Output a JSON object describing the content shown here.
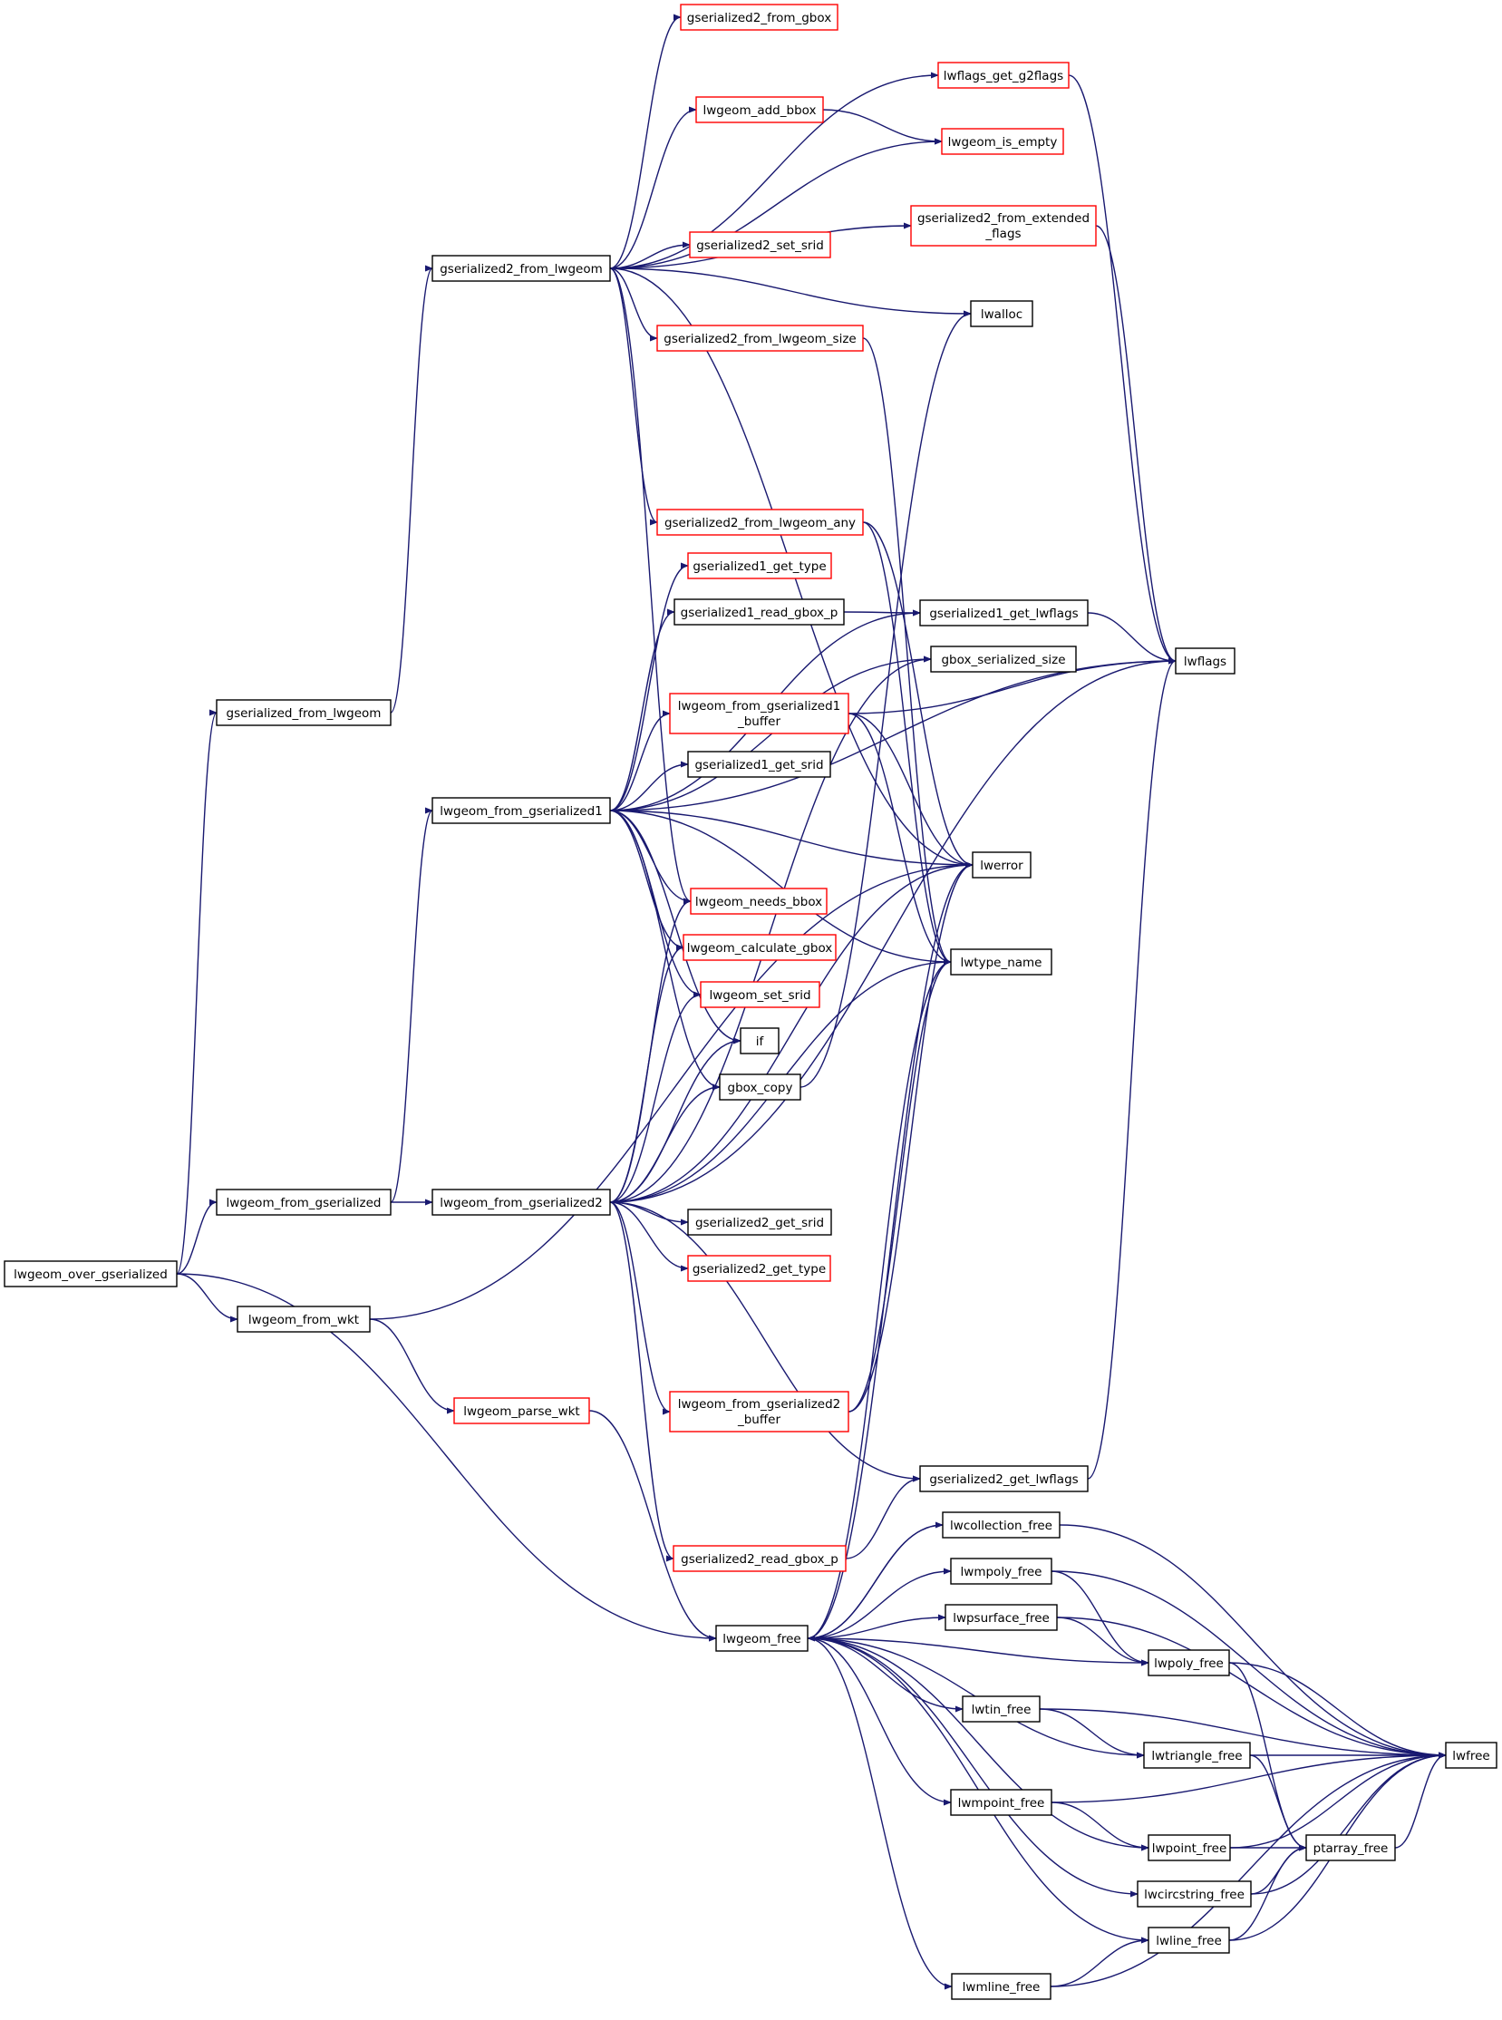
{
  "diagram": {
    "kind": "call-graph",
    "colors": {
      "edge": "#191970",
      "root_fill": "#bfbfbf",
      "node_fill": "#ffffff",
      "node_border": "#000000",
      "truncated_border": "#ff0000"
    },
    "nodes": [
      {
        "id": "root",
        "label": "lwgeom_over_gserialized",
        "style": "root"
      },
      {
        "id": "gs_from_lw",
        "label": "gserialized_from_lwgeom",
        "style": "normal"
      },
      {
        "id": "lw_from_gs",
        "label": "lwgeom_from_gserialized",
        "style": "normal"
      },
      {
        "id": "lw_from_wkt",
        "label": "lwgeom_from_wkt",
        "style": "normal"
      },
      {
        "id": "gs2_from_lw",
        "label": "gserialized2_from_lwgeom",
        "style": "normal"
      },
      {
        "id": "lw_from_gs1",
        "label": "lwgeom_from_gserialized1",
        "style": "normal"
      },
      {
        "id": "lw_from_gs2",
        "label": "lwgeom_from_gserialized2",
        "style": "normal"
      },
      {
        "id": "lw_parse_wkt",
        "label": "lwgeom_parse_wkt",
        "style": "truncated"
      },
      {
        "id": "gs2_from_gbox",
        "label": "gserialized2_from_gbox",
        "style": "truncated"
      },
      {
        "id": "lw_add_bbox",
        "label": "lwgeom_add_bbox",
        "style": "truncated"
      },
      {
        "id": "gs2_set_srid",
        "label": "gserialized2_set_srid",
        "style": "truncated"
      },
      {
        "id": "gs2_from_lw_size",
        "label": "gserialized2_from_lwgeom_size",
        "style": "truncated"
      },
      {
        "id": "gs2_from_lw_any",
        "label": "gserialized2_from_lwgeom_any",
        "style": "truncated"
      },
      {
        "id": "gs1_get_type",
        "label": "gserialized1_get_type",
        "style": "truncated"
      },
      {
        "id": "gs1_read_gbox_p",
        "label": "gserialized1_read_gbox_p",
        "style": "normal"
      },
      {
        "id": "lw_from_gs1_buf",
        "label": "lwgeom_from_gserialized1",
        "label2": "_buffer",
        "style": "truncated"
      },
      {
        "id": "gs1_get_srid",
        "label": "gserialized1_get_srid",
        "style": "normal"
      },
      {
        "id": "lw_needs_bbox",
        "label": "lwgeom_needs_bbox",
        "style": "truncated"
      },
      {
        "id": "lw_calc_gbox",
        "label": "lwgeom_calculate_gbox",
        "style": "truncated"
      },
      {
        "id": "lw_set_srid",
        "label": "lwgeom_set_srid",
        "style": "truncated"
      },
      {
        "id": "if_node",
        "label": "if",
        "style": "normal"
      },
      {
        "id": "gbox_copy",
        "label": "gbox_copy",
        "style": "normal"
      },
      {
        "id": "gs2_get_srid",
        "label": "gserialized2_get_srid",
        "style": "normal"
      },
      {
        "id": "gs2_get_type",
        "label": "gserialized2_get_type",
        "style": "truncated"
      },
      {
        "id": "lw_from_gs2_buf",
        "label": "lwgeom_from_gserialized2",
        "label2": "_buffer",
        "style": "truncated"
      },
      {
        "id": "gs2_read_gbox_p",
        "label": "gserialized2_read_gbox_p",
        "style": "truncated"
      },
      {
        "id": "lwflags_get_g2flags",
        "label": "lwflags_get_g2flags",
        "style": "truncated"
      },
      {
        "id": "lw_is_empty",
        "label": "lwgeom_is_empty",
        "style": "truncated"
      },
      {
        "id": "gs2_from_ext_flags",
        "label": "gserialized2_from_extended",
        "label2": "_flags",
        "style": "truncated"
      },
      {
        "id": "lwalloc",
        "label": "lwalloc",
        "style": "normal"
      },
      {
        "id": "gs1_get_lwflags",
        "label": "gserialized1_get_lwflags",
        "style": "normal"
      },
      {
        "id": "gbox_ser_size",
        "label": "gbox_serialized_size",
        "style": "normal"
      },
      {
        "id": "lwerror",
        "label": "lwerror",
        "style": "normal"
      },
      {
        "id": "lwtype_name",
        "label": "lwtype_name",
        "style": "normal"
      },
      {
        "id": "gs2_get_lwflags",
        "label": "gserialized2_get_lwflags",
        "style": "normal"
      },
      {
        "id": "lwflags",
        "label": "lwflags",
        "style": "normal"
      },
      {
        "id": "lw_free",
        "label": "lwgeom_free",
        "style": "normal"
      },
      {
        "id": "lwcoll_free",
        "label": "lwcollection_free",
        "style": "normal"
      },
      {
        "id": "lwmpoly_free",
        "label": "lwmpoly_free",
        "style": "normal"
      },
      {
        "id": "lwpsurf_free",
        "label": "lwpsurface_free",
        "style": "normal"
      },
      {
        "id": "lwpoly_free",
        "label": "lwpoly_free",
        "style": "normal"
      },
      {
        "id": "lwtin_free",
        "label": "lwtin_free",
        "style": "normal"
      },
      {
        "id": "lwtri_free",
        "label": "lwtriangle_free",
        "style": "normal"
      },
      {
        "id": "lwmpoint_free",
        "label": "lwmpoint_free",
        "style": "normal"
      },
      {
        "id": "lwpoint_free",
        "label": "lwpoint_free",
        "style": "normal"
      },
      {
        "id": "lwcirc_free",
        "label": "lwcircstring_free",
        "style": "normal"
      },
      {
        "id": "lwline_free",
        "label": "lwline_free",
        "style": "normal"
      },
      {
        "id": "lwmline_free",
        "label": "lwmline_free",
        "style": "normal"
      },
      {
        "id": "ptarray_free",
        "label": "ptarray_free",
        "style": "normal"
      },
      {
        "id": "lwfree",
        "label": "lwfree",
        "style": "normal"
      }
    ],
    "edges": [
      [
        "root",
        "gs_from_lw"
      ],
      [
        "root",
        "lw_from_gs"
      ],
      [
        "root",
        "lw_from_wkt"
      ],
      [
        "root",
        "lw_free"
      ],
      [
        "gs_from_lw",
        "gs2_from_lw"
      ],
      [
        "lw_from_gs",
        "lw_from_gs1"
      ],
      [
        "lw_from_gs",
        "lw_from_gs2"
      ],
      [
        "lw_from_wkt",
        "lw_parse_wkt"
      ],
      [
        "lw_from_wkt",
        "lwerror"
      ],
      [
        "lw_parse_wkt",
        "lw_free"
      ],
      [
        "gs2_from_lw",
        "gs2_from_gbox"
      ],
      [
        "gs2_from_lw",
        "lwflags_get_g2flags"
      ],
      [
        "gs2_from_lw",
        "lw_add_bbox"
      ],
      [
        "gs2_from_lw",
        "lw_is_empty"
      ],
      [
        "gs2_from_lw",
        "gs2_from_ext_flags"
      ],
      [
        "gs2_from_lw",
        "gs2_set_srid"
      ],
      [
        "gs2_from_lw",
        "lwalloc"
      ],
      [
        "gs2_from_lw",
        "gs2_from_lw_size"
      ],
      [
        "gs2_from_lw",
        "gs2_from_lw_any"
      ],
      [
        "gs2_from_lw",
        "lw_needs_bbox"
      ],
      [
        "gs2_from_lw",
        "lwerror"
      ],
      [
        "lw_add_bbox",
        "lw_is_empty"
      ],
      [
        "gs2_from_lw_size",
        "lwtype_name"
      ],
      [
        "gs2_from_lw_any",
        "lwerror"
      ],
      [
        "gs2_from_lw_any",
        "lwtype_name"
      ],
      [
        "lw_from_gs1",
        "gs1_get_type"
      ],
      [
        "lw_from_gs1",
        "gs1_read_gbox_p"
      ],
      [
        "lw_from_gs1",
        "gs1_get_lwflags"
      ],
      [
        "lw_from_gs1",
        "lwflags"
      ],
      [
        "lw_from_gs1",
        "gbox_ser_size"
      ],
      [
        "lw_from_gs1",
        "lw_from_gs1_buf"
      ],
      [
        "lw_from_gs1",
        "gs1_get_srid"
      ],
      [
        "lw_from_gs1",
        "lwerror"
      ],
      [
        "lw_from_gs1",
        "lwtype_name"
      ],
      [
        "lw_from_gs1",
        "lw_needs_bbox"
      ],
      [
        "lw_from_gs1",
        "lw_calc_gbox"
      ],
      [
        "lw_from_gs1",
        "lw_set_srid"
      ],
      [
        "lw_from_gs1",
        "if_node"
      ],
      [
        "lw_from_gs1",
        "gbox_copy"
      ],
      [
        "gs1_read_gbox_p",
        "gs1_get_lwflags"
      ],
      [
        "gs1_get_lwflags",
        "lwflags"
      ],
      [
        "lw_from_gs1_buf",
        "lwflags"
      ],
      [
        "lw_from_gs1_buf",
        "lwerror"
      ],
      [
        "lw_from_gs1_buf",
        "lwtype_name"
      ],
      [
        "gbox_copy",
        "lwalloc"
      ],
      [
        "lw_from_gs2",
        "lw_needs_bbox"
      ],
      [
        "lw_from_gs2",
        "lw_calc_gbox"
      ],
      [
        "lw_from_gs2",
        "lw_set_srid"
      ],
      [
        "lw_from_gs2",
        "if_node"
      ],
      [
        "lw_from_gs2",
        "gbox_copy"
      ],
      [
        "lw_from_gs2",
        "gs2_get_srid"
      ],
      [
        "lw_from_gs2",
        "gs2_get_type"
      ],
      [
        "lw_from_gs2",
        "lw_from_gs2_buf"
      ],
      [
        "lw_from_gs2",
        "gs2_get_lwflags"
      ],
      [
        "lw_from_gs2",
        "gs2_read_gbox_p"
      ],
      [
        "lw_from_gs2",
        "lwflags"
      ],
      [
        "lw_from_gs2",
        "lwerror"
      ],
      [
        "lw_from_gs2",
        "lwtype_name"
      ],
      [
        "lw_from_gs2",
        "gbox_ser_size"
      ],
      [
        "lw_from_gs2_buf",
        "lwerror"
      ],
      [
        "lw_from_gs2_buf",
        "lwtype_name"
      ],
      [
        "gs2_read_gbox_p",
        "gs2_get_lwflags"
      ],
      [
        "gs2_get_lwflags",
        "lwflags"
      ],
      [
        "lwflags_get_g2flags",
        "lwflags"
      ],
      [
        "gs2_from_ext_flags",
        "lwflags"
      ],
      [
        "lw_free",
        "lwcoll_free"
      ],
      [
        "lw_free",
        "lwmpoly_free"
      ],
      [
        "lw_free",
        "lwpsurf_free"
      ],
      [
        "lw_free",
        "lwpoly_free"
      ],
      [
        "lw_free",
        "lwtin_free"
      ],
      [
        "lw_free",
        "lwtri_free"
      ],
      [
        "lw_free",
        "lwmpoint_free"
      ],
      [
        "lw_free",
        "lwpoint_free"
      ],
      [
        "lw_free",
        "lwcirc_free"
      ],
      [
        "lw_free",
        "lwline_free"
      ],
      [
        "lw_free",
        "lwmline_free"
      ],
      [
        "lw_free",
        "lwtype_name"
      ],
      [
        "lw_free",
        "lwerror"
      ],
      [
        "lwcoll_free",
        "lwfree"
      ],
      [
        "lwcoll_free",
        "lw_free"
      ],
      [
        "lwmpoly_free",
        "lwpoly_free"
      ],
      [
        "lwmpoly_free",
        "lwfree"
      ],
      [
        "lwpsurf_free",
        "lwpoly_free"
      ],
      [
        "lwpsurf_free",
        "lwfree"
      ],
      [
        "lwpoly_free",
        "ptarray_free"
      ],
      [
        "lwpoly_free",
        "lwfree"
      ],
      [
        "lwtin_free",
        "lwtri_free"
      ],
      [
        "lwtin_free",
        "lwfree"
      ],
      [
        "lwtri_free",
        "ptarray_free"
      ],
      [
        "lwtri_free",
        "lwfree"
      ],
      [
        "lwmpoint_free",
        "lwpoint_free"
      ],
      [
        "lwmpoint_free",
        "lwfree"
      ],
      [
        "lwpoint_free",
        "ptarray_free"
      ],
      [
        "lwpoint_free",
        "lwfree"
      ],
      [
        "lwcirc_free",
        "ptarray_free"
      ],
      [
        "lwcirc_free",
        "lwfree"
      ],
      [
        "lwline_free",
        "ptarray_free"
      ],
      [
        "lwline_free",
        "lwfree"
      ],
      [
        "lwmline_free",
        "lwline_free"
      ],
      [
        "lwmline_free",
        "lwfree"
      ],
      [
        "ptarray_free",
        "lwfree"
      ]
    ]
  }
}
